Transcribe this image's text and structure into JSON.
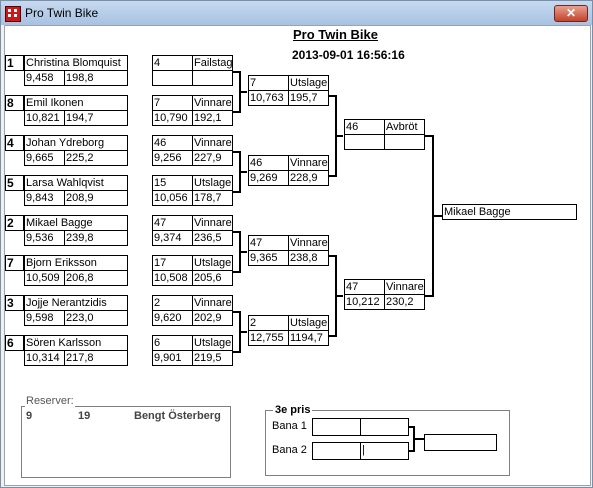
{
  "window": {
    "title": "Pro Twin Bike",
    "close_label": "✕"
  },
  "header": {
    "title": "Pro Twin Bike",
    "datetime": "2013-09-01  16:56:16"
  },
  "round1": [
    {
      "seed": "1",
      "name": "Christina  Blomquist",
      "time": "9,458",
      "speed": "198,8"
    },
    {
      "seed": "8",
      "name": "Emil Ikonen",
      "time": "10,821",
      "speed": "194,7"
    },
    {
      "seed": "4",
      "name": "Johan Ydreborg",
      "time": "9,665",
      "speed": "225,2"
    },
    {
      "seed": "5",
      "name": "Larsa Wahlqvist",
      "time": "9,843",
      "speed": "208,9"
    },
    {
      "seed": "2",
      "name": "Mikael Bagge",
      "time": "9,536",
      "speed": "239,8"
    },
    {
      "seed": "7",
      "name": "Bjorn Eriksson",
      "time": "10,509",
      "speed": "206,8"
    },
    {
      "seed": "3",
      "name": "Jojje Nerantzidis",
      "time": "9,598",
      "speed": "223,0"
    },
    {
      "seed": "6",
      "name": "Sören Karlsson",
      "time": "10,314",
      "speed": "217,8"
    }
  ],
  "round2": [
    {
      "num": "4",
      "result": "Failstage",
      "time": "",
      "speed": ""
    },
    {
      "num": "7",
      "result": "Vinnare",
      "time": "10,790",
      "speed": "192,1"
    },
    {
      "num": "46",
      "result": "Vinnare",
      "time": "9,256",
      "speed": "227,9"
    },
    {
      "num": "15",
      "result": "Utslagen",
      "time": "10,056",
      "speed": "178,7"
    },
    {
      "num": "47",
      "result": "Vinnare",
      "time": "9,374",
      "speed": "236,5"
    },
    {
      "num": "17",
      "result": "Utslagen",
      "time": "10,508",
      "speed": "205,6"
    },
    {
      "num": "2",
      "result": "Vinnare",
      "time": "9,620",
      "speed": "202,9"
    },
    {
      "num": "6",
      "result": "Utslagen",
      "time": "9,901",
      "speed": "219,5"
    }
  ],
  "quarter": [
    {
      "num": "7",
      "result": "Utslagen",
      "time": "10,763",
      "speed": "195,7"
    },
    {
      "num": "46",
      "result": "Vinnare",
      "time": "9,269",
      "speed": "228,9"
    },
    {
      "num": "47",
      "result": "Vinnare",
      "time": "9,365",
      "speed": "238,8"
    },
    {
      "num": "2",
      "result": "Utslagen",
      "time": "12,755",
      "speed": "1194,7"
    }
  ],
  "semi": [
    {
      "num": "46",
      "result": "Avbröt",
      "time": "",
      "speed": ""
    },
    {
      "num": "47",
      "result": "Vinnare",
      "time": "10,212",
      "speed": "230,2"
    }
  ],
  "winner": "Mikael Bagge",
  "reserves": {
    "label": "Reserver:",
    "seed": "9",
    "num": "19",
    "name": "Bengt Österberg"
  },
  "third_place": {
    "title": "3e pris",
    "lane1": "Bana 1",
    "lane2": "Bana 2",
    "lane2_value": "|"
  }
}
